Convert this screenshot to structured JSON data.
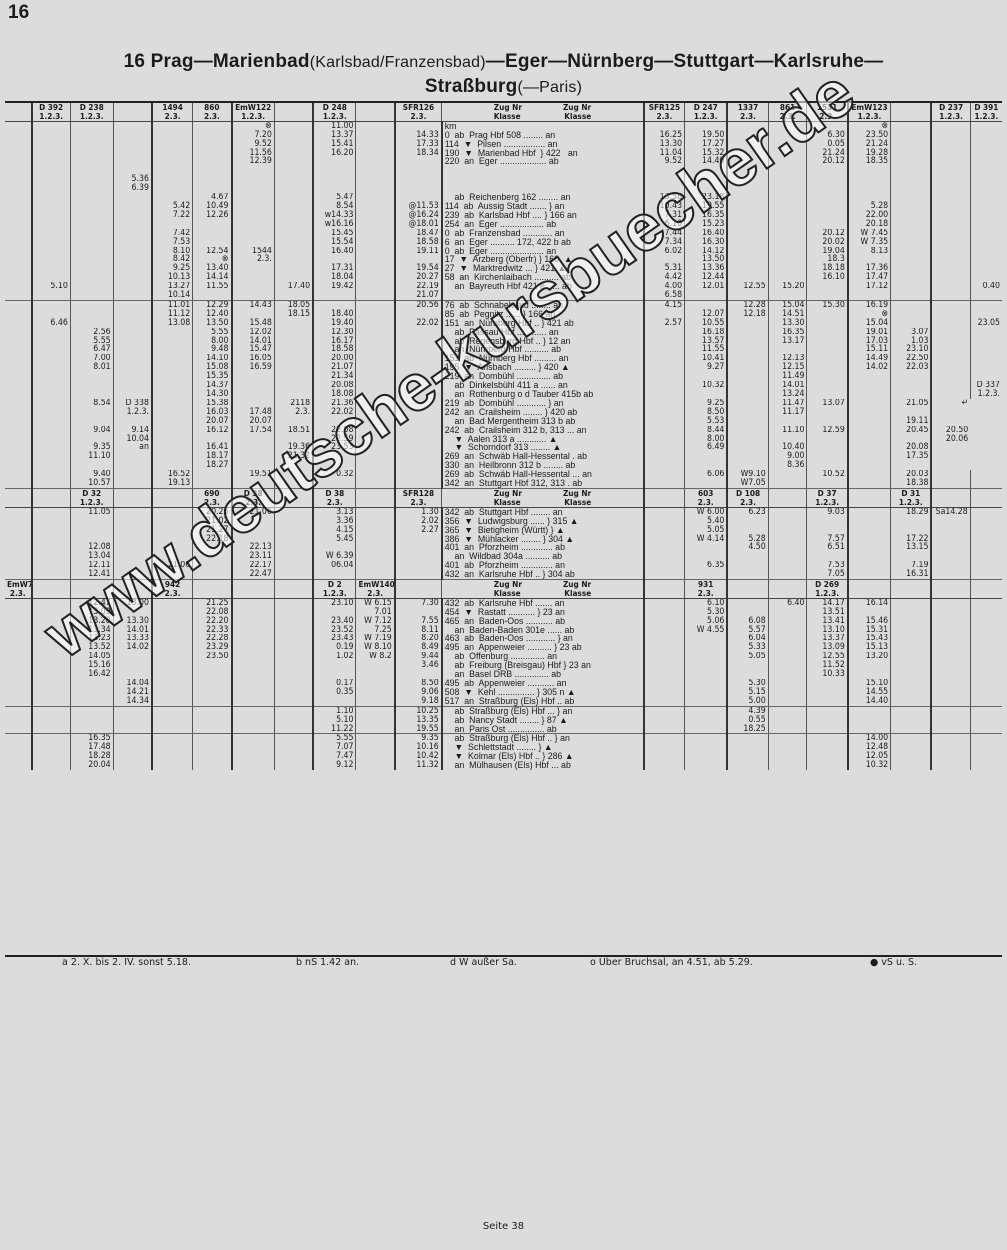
{
  "page_number": "16",
  "title": {
    "number": "16",
    "line1_a": "Prag—Marienbad",
    "line1_b": "(Karlsbad/Franzensbad)",
    "line1_c": "—Eger—Nürnberg—Stuttgart—Karlsruhe—",
    "line2_a": "Straßburg",
    "line2_b": "(—Paris)"
  },
  "footnotes": {
    "a": "a 2. X. bis 2. IV. sonst 5.18.",
    "b": "b nS 1.42 an.",
    "d": "d W außer Sa.",
    "o": "o Über Bruchsal, an 4.51, ab 5.29.",
    "e": "● vS u. S."
  },
  "page_footer": "Seite 38",
  "watermark": "www.deutsche-kursbuecher.de",
  "rows": [
    {
      "cls": "hdr",
      "c": [
        "",
        "D 392\n1.2.3.",
        "D 238\n1.2.3.",
        "",
        "1494\n2.3.",
        "860\n2.3.",
        "EmW122\n1.2.3.",
        "",
        "D 248\n1.2.3.",
        "",
        "SFR126\n2.3.",
        "Zug Nr                Zug Nr\nKlasse                 Klasse",
        "SFR125\n2.3.",
        "D 247\n1.2.3.",
        "1337\n2.3.",
        "861\n2.3.",
        "1531\n2.3.",
        "EmW123\n1.2.3.",
        "",
        "D 237\n1.2.3.",
        "D 391\n1.2.3."
      ]
    },
    {
      "c": [
        "",
        "",
        "",
        "",
        "",
        "",
        "⊗\n7.20\n9.52\n11.56\n12.39",
        "",
        "11.00\n13.37\n15.41\n16.20",
        "",
        "\n14.33\n17.33\n18.34",
        "km\n0  ab  Prag Hbf 508 ........ an\n114  ▼  Pilsen ................. an\n190  ▼  Marienbad Hbf  } 422   an\n220  an  Eger ................... ab",
        "\n16.25\n13.30\n11.04\n9.52",
        "\n19.50\n17.27\n15.32\n14.40",
        "",
        "",
        "\n6.30\n0.05\n21.24\n20.12",
        "⊗\n23.50\n21.24\n19.28\n18.35",
        "",
        "",
        ""
      ]
    },
    {
      "c": [
        "",
        "",
        "",
        "\n5.36\n6.39",
        "",
        "",
        "",
        "",
        "",
        "",
        "",
        "",
        "",
        "",
        "",
        "",
        "",
        "",
        "",
        "",
        ""
      ]
    },
    {
      "c": [
        "",
        "",
        "",
        "",
        "\n5.42\n7.22",
        "4.67\n10.49\n12.26",
        "",
        "",
        "5.47\n8.54\nw14.33\nw16.16",
        "",
        "\n@11.53\n@16.24\n@18.01",
        "    ab  Reichenberg 162 ........ an\n114  ab  Aussig Stadt ....... } an\n239  ab  Karlsbad Hbf .... } 166 an\n254  an  Eger .................. ab",
        "13.58\n10.43\n7.31\n6.10",
        "23.18\n19.55\n16.35\n15.23",
        "",
        "",
        "",
        "\n5.28\n22.00\n20.18",
        "",
        "",
        ""
      ]
    },
    {
      "c": [
        "",
        "",
        "",
        "",
        "7.42\n7.53",
        "",
        "",
        "",
        "15.45\n15.54",
        "",
        "18.47\n18.58",
        "0  ab  Franzensbad ............ an\n6  an  Eger .......... 172, 422 b ab",
        "7.44\n7.34",
        "16.40\n16.30",
        "",
        "",
        "20.12\n20.02",
        "W 7.45\nW 7.35",
        "",
        "",
        ""
      ]
    },
    {
      "c": [
        "",
        "",
        "",
        "",
        "8.10\n8.42\n9.25\n10.13",
        "12.54\n⊗\n13.40\n14.14",
        "1544\n2.3.",
        "",
        "16.40\n\n17.31\n18.04",
        "",
        "19.11\n\n19.54\n20.27",
        "0  ab  Eger ...................... an\n17  ▼  Arzberg (Oberfr) } 166  ▲\n27  ▼  Marktredwitz ... } 421 ▲\n58  an  Kirchenlaibach .......... ab",
        "6.02\n\n5.31\n4.42",
        "14.12\n13.50\n13.36\n12.44",
        "",
        "",
        "19.04\n18.3\n18.18\n16.10",
        "8.13\n\n17.36\n17.47",
        "",
        "",
        ""
      ]
    },
    {
      "cls": "blockend",
      "c": [
        "",
        "5.10",
        "",
        "",
        "13.27\n10.14",
        "11.55",
        "",
        "17.40",
        "19.42\n",
        "",
        "22.19\n21.07",
        "    an  Bayreuth Hbf 421 e ..... ab",
        "4.00\n6.58",
        "12.01\n",
        "12.55",
        "15.20",
        "",
        "17.12",
        "",
        "",
        "0.40"
      ]
    },
    {
      "c": [
        "",
        "\n\n6.46",
        "",
        "",
        "11.01\n11.12\n13.08",
        "12.29\n12.40\n13.50",
        "14.43\n\n15.48",
        "18.05\n18.15\n",
        "\n18.40\n19.40",
        "",
        "20.56\n\n22.02",
        "76  ab  Schnabelwaid ........ an\n85  ab  Pegnitz ...... } 166 an\n151  an  Nürnberg Hbf .. } 421 ab",
        "4.15\n\n2.57",
        "\n12.07\n10.55",
        "12.28\n12.18\n",
        "15.04\n14.51\n13.30",
        "15.30",
        "16.19\n⊗\n15.04",
        "",
        "",
        "\n\n23.05"
      ]
    },
    {
      "c": [
        "",
        "",
        "2.56\n5.55\n6.47",
        "",
        "",
        "5.55\n8.00\n9.48",
        "12.02\n14.01\n15.47",
        "",
        "12.30\n16.17\n18.58",
        "",
        "",
        "    ab  Passau Hbf ............ an\n    ab  Regensburg Hbf .. } 12 an\n    an  Nürnberg Hbf .......... ab",
        "",
        "16.18\n13.57\n11.55",
        "",
        "16.35\n13.17\n",
        "",
        "19.01\n17.03\n15.11",
        "3.07\n1.03\n23.10",
        "",
        ""
      ]
    },
    {
      "c": [
        "",
        "",
        "7.00\n8.01",
        "",
        "",
        "14.10\n15.08\n15.35",
        "16.05\n16.59\n",
        "",
        "20.00\n21.07\n21.34",
        "",
        "",
        "151  ab  Nürnberg Hbf ......... an\n195  ▼  Ansbach ......... } 420 ▲\n219  an  Dombühl .............. ab",
        "",
        "10.41\n9.27\n",
        "",
        "12.13\n12.15\n11.49",
        "",
        "14.49\n14.02\n",
        "22.50\n22.03\n",
        "",
        ""
      ]
    },
    {
      "c": [
        "",
        "",
        "",
        "",
        "",
        "14.37\n14.30",
        "",
        "",
        "20.08\n18.08",
        "",
        "",
        "    ab  Dinkelsbühl 411 a ...... an\n    an  Rothenburg o d Tauber 415b ab",
        "",
        "10.32\n",
        "",
        "14.01\n13.24",
        "",
        "",
        "",
        "",
        "D 337\n1.2.3."
      ]
    },
    {
      "c": [
        "",
        "",
        "8.54",
        "D 338\n1.2.3.",
        "",
        "15.38\n16.03\n20.07",
        "\n17.48\n20.07",
        "2118\n2.3.",
        "21.36\n22.02\n",
        "",
        "",
        "219  ab  Dombühl ............ } an\n242  an  Crailsheim ........ } 420 ab\n    an  Bad Mergentheim 313 b ab",
        "",
        "9.25\n8.50\n5.53",
        "",
        "11.47\n11.17\n",
        "13.07",
        "",
        "21.05\n\n19.11",
        "↵"
      ]
    },
    {
      "c": [
        "",
        "",
        "9.04\n\n9.35\n11.10",
        "9.14\n10.04\nan\n",
        "",
        "16.12\n\n16.41\n18.17\n18.27",
        "17.54\n\n",
        "18.51\n\n19.36\n21.32",
        "22.08\n22.59\n23.53\n",
        "",
        "",
        "242  ab  Crailsheim 312 b, 313 ... an\n    ▼  Aalen 313 a ............ ▲\n    ▼  Schorndorf 313 ........ ▲\n269  an  Schwäb Hall-Hessental . ab\n330  an  Heilbronn 312 b ........ ab",
        "",
        "8.44\n8.00\n6.49\n",
        "",
        "11.10\n\n10.40\n9.00\n8.36",
        "12.59",
        "",
        "20.45\n\n20.08\n17.35",
        "20.50\n20.06"
      ]
    },
    {
      "cls": "blockend",
      "c": [
        "",
        "",
        "9.40\n10.57",
        "",
        "16.52\n19.13",
        "",
        "19.51",
        "",
        "0.32",
        "",
        "",
        "269  ab  Schwäb Hall-Hessental ... an\n342  an  Stuttgart Hbf 312, 313 . ab",
        "",
        "6.06",
        "W9.10\nW7.05",
        "",
        "10.52",
        "",
        "20.03\n18.38",
        "",
        ""
      ]
    },
    {
      "cls": "hdr",
      "c": [
        "",
        "",
        "D 32\n1.2.3.",
        "",
        "",
        "690\n2.3.",
        "D 38\n2.3.",
        "",
        "D 38\n2.3.",
        "",
        "SFR128\n2.3.",
        "Zug Nr                Zug Nr\nKlasse                 Klasse",
        "",
        "603\n2.3.",
        "D 108\n2.3.",
        "",
        "D 37\n1.2.3.",
        "",
        "D 31\n1.2.3.",
        "",
        ""
      ]
    },
    {
      "c": [
        "",
        "",
        "11.05\n\n\n\n12.08\n13.04",
        "",
        "",
        "20.25\n21.02\n21.27\n22.18\n\n",
        "21.06\n\n\n\n22.13\n23.11",
        "",
        "3.13\n3.36\n4.15\n5.45\n\nW 6.39",
        "",
        "1.30\n2.02\n2.27\n",
        "342  ab  Stuttgart Hbf ........ an\n356  ▼  Ludwigsburg ...... } 315 ▲\n365  ▼  Bietigheim (Württ) } ▲\n386  ▼  Mühlacker ........ } 304 ▲\n401  an  Pforzheim ............. ab\n    an  Wildbad 304a .......... ab",
        "",
        "W 6.00\n5.40\n5.05\nW 4.14",
        "6.23\n\n\n5.28\n4.50",
        "",
        "9.03\n\n\n7.57\n6.51",
        "",
        "18.29\n\n\n17.22\n13.15",
        "Sa14.28",
        ""
      ]
    },
    {
      "cls": "blockend",
      "c": [
        "",
        "",
        "12.11\n12.41",
        "",
        "21.06",
        "",
        "22.17\n22.47",
        "",
        "06.04",
        "",
        "",
        "401  ab  Pforzheim ............. an\n432  an  Karlsruhe Hbf .. } 304 ab",
        "",
        "6.35",
        "",
        "",
        "7.53\n7.05",
        "",
        "7.19\n16.31",
        "",
        ""
      ]
    },
    {
      "cls": "hdr",
      "c": [
        "EmW76\n2.3.",
        "",
        "",
        "",
        "942\n2.3.",
        "",
        "",
        "",
        "D 2\n1.2.3.",
        "EmW140\n2.3.",
        "",
        "Zug Nr                Zug Nr\nKlasse                 Klasse",
        "",
        "931\n2.3.",
        "",
        "",
        "D 269\n1.2.3.",
        "",
        "",
        "",
        ""
      ]
    },
    {
      "c": [
        "",
        "",
        "12.47\n13.09\n13.20\n13.34",
        "13.00\n\n13.30\n14.01",
        "",
        "21.25\n22.08\n22.20\n22.33",
        "",
        "",
        "23.10\n\n23.40\n23.52",
        "W 6.15\n7.01\nW 7.12\n7.25",
        "7.30\n\n7.55\n8.11",
        "432  ab  Karlsruhe Hbf ....... an\n454  ▼  Rastatt ........... } 23 an\n465  an  Baden-Oos ........... ab\n    an  Baden-Baden 301e ...... ab",
        "",
        "6.10\n5.30\n5.06\nW 4.55",
        "\n\n6.08\n5.57",
        "6.40\n\n\n",
        "14.17\n13.51\n13.41\n13.10",
        "16.14\n\n15.46\n15.31",
        "",
        "",
        ""
      ]
    },
    {
      "c": [
        "",
        "",
        "13.23\n13.52",
        "13.33\n14.02",
        "",
        "22.28\n23.29",
        "",
        "",
        "23.43\n0.19",
        "W 7.19\nW 8.10",
        "8.20\n8.49",
        "463  ab  Baden-Oos ............ } an\n495  an  Appenweier .......... } 23 ab",
        "",
        "",
        "6.04\n5.33",
        "",
        "13.37\n13.09",
        "15.43\n15.13",
        "",
        "",
        ""
      ]
    },
    {
      "c": [
        "",
        "",
        "14.05\n15.16\n16.42",
        "",
        "",
        "23.50",
        "",
        "",
        "1.02",
        "W 8.2",
        "9.44\n3.46\n",
        "    ab  Offenburg .............. an\n    ab  Freiburg (Breisgau) Hbf } 23 an\n    an  Basel DRB .............. ab",
        "",
        "",
        "5.05",
        "",
        "12.55\n11.52\n10.33",
        "13.20",
        "",
        "",
        ""
      ]
    },
    {
      "cls": "blockend",
      "c": [
        "",
        "",
        "",
        "14.04\n14.21\n14.34",
        "",
        "",
        "",
        "",
        "0.17\n0.35\n",
        "",
        "8.50\n9.06\n9.18",
        "495  ab  Appenweier ........... an\n508  ▼  Kehl ............... } 305 n ▲\n517  an  Straßburg (Els) Hbf .. ab",
        "",
        "",
        "5.30\n5.15\n5.00",
        "",
        "",
        "15.10\n14.55\n14.40",
        "",
        "",
        ""
      ]
    },
    {
      "cls": "blockend",
      "c": [
        "",
        "",
        "",
        "",
        "",
        "",
        "",
        "",
        "1.10\n5.10\n11.22",
        "",
        "10.25\n13.35\n19.55",
        "    ab  Straßburg (Els) Hbf ... } an\n    ab  Nancy Stadt ........ } 87 ▲\n    an  Paris Ost ............... ab",
        "",
        "",
        "4.39\n0.55\n18.25",
        "",
        "",
        "",
        "",
        "",
        ""
      ]
    },
    {
      "c": [
        "",
        "",
        "16.35\n17.48\n18.28\n20.04",
        "",
        "",
        "",
        "",
        "",
        "5.55\n7.07\n7.47\n9.12",
        "",
        "9.35\n10.16\n10.42\n11.32",
        "    ab  Straßburg (Els) Hbf .. } an\n    ▼  Schlettstadt ........ } ▲\n    ▼  Kolmar (Els) Hbf .. } 286 ▲\n    an  Mülhausen (Els) Hbf ... ab",
        "",
        "",
        "",
        "",
        "",
        "14.00\n12.48\n12.05\n10.32",
        "",
        "",
        ""
      ]
    }
  ]
}
